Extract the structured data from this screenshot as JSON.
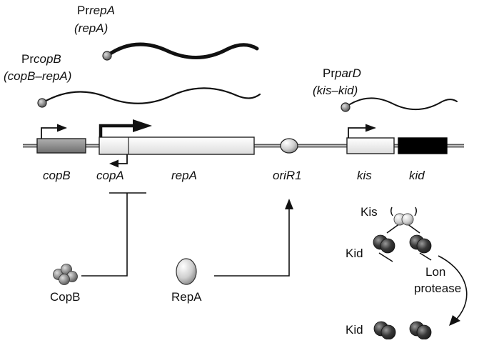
{
  "promoters": {
    "prrepa": {
      "prefix": "Pr",
      "name": "repA",
      "transcript": "(repA)"
    },
    "prcopb": {
      "prefix": "Pr",
      "name": "copB",
      "transcript": "(copB–repA)"
    },
    "prpard": {
      "prefix": "Pr",
      "name": "parD",
      "transcript": "(kis–kid)"
    }
  },
  "genes": {
    "copb": "copB",
    "copa": "copA",
    "repa": "repA",
    "orir1": "oriR1",
    "kis": "kis",
    "kid": "kid"
  },
  "proteins": {
    "copb": "CopB",
    "repa": "RepA",
    "kis": "Kis",
    "kid_complex": "Kid",
    "kid_free": "Kid",
    "lon_line1": "Lon",
    "lon_line2": "protease"
  },
  "colors": {
    "line": "#1a1a1a",
    "gene_light": "#eeeeee",
    "gene_copb": "#8c8c8c",
    "gene_kid": "#000000",
    "protein_dark": "#3a3a3a",
    "protein_light": "#d6d6d6"
  }
}
